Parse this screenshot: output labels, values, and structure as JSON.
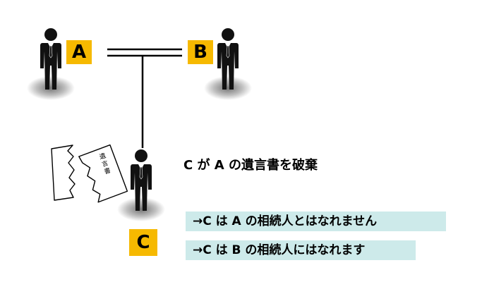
{
  "labels": {
    "a": "A",
    "b": "B",
    "c": "C"
  },
  "will_text": "遺言書",
  "caption": "C が A の遺言書を破棄",
  "notes": [
    "→C は A の相続人とはなれません",
    "→C は B の相続人にはなれます"
  ],
  "colors": {
    "label_bg": "#f6b900",
    "note_bg": "#cdeaea"
  }
}
